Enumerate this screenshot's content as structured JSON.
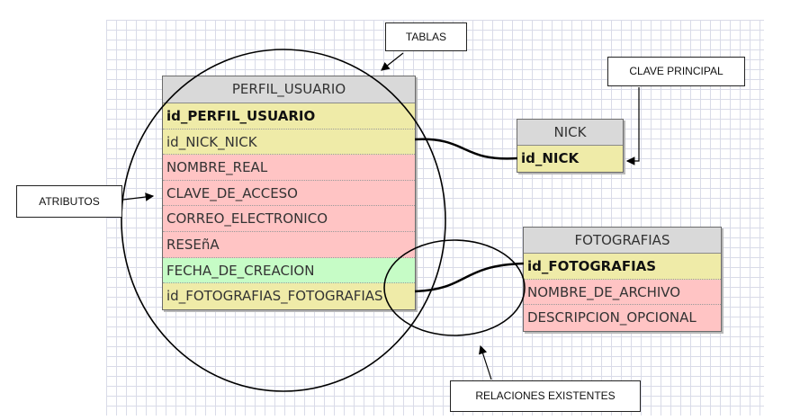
{
  "tables": {
    "perfil_usuario": {
      "name": "PERFIL_USUARIO",
      "columns": [
        {
          "label": "id_PERFIL_USUARIO",
          "kind": "pk"
        },
        {
          "label": "id_NICK_NICK",
          "kind": "fk"
        },
        {
          "label": "NOMBRE_REAL",
          "kind": "attribute"
        },
        {
          "label": "CLAVE_DE_ACCESO",
          "kind": "attribute"
        },
        {
          "label": "CORREO_ELECTRONICO",
          "kind": "attribute"
        },
        {
          "label": "RESEñA",
          "kind": "attribute"
        },
        {
          "label": "FECHA_DE_CREACION",
          "kind": "date"
        },
        {
          "label": "id_FOTOGRAFIAS_FOTOGRAFIAS",
          "kind": "fk"
        }
      ]
    },
    "nick": {
      "name": "NICK",
      "columns": [
        {
          "label": "id_NICK",
          "kind": "pk"
        }
      ]
    },
    "fotografias": {
      "name": "FOTOGRAFIAS",
      "columns": [
        {
          "label": "id_FOTOGRAFIAS",
          "kind": "pk"
        },
        {
          "label": "NOMBRE_DE_ARCHIVO",
          "kind": "attribute"
        },
        {
          "label": "DESCRIPCION_OPCIONAL",
          "kind": "attribute"
        }
      ]
    }
  },
  "callouts": {
    "tablas": "TABLAS",
    "clave_principal": "CLAVE PRINCIPAL",
    "atributos": "ATRIBUTOS",
    "relaciones": "RELACIONES EXISTENTES"
  },
  "colors": {
    "key": "#efeba8",
    "attribute": "#ffc4c4",
    "date": "#c6fcc6",
    "header": "#d9d9d9"
  }
}
